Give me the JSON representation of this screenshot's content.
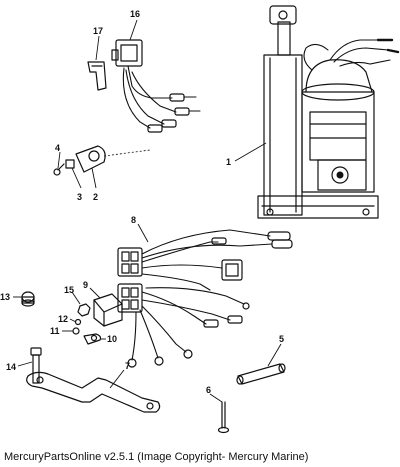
{
  "callouts": {
    "c1": "1",
    "c2": "2",
    "c3": "3",
    "c4": "4",
    "c5": "5",
    "c6": "6",
    "c7": "7",
    "c8": "8",
    "c9": "9",
    "c10": "10",
    "c11": "11",
    "c12": "12",
    "c13": "13",
    "c14": "14",
    "c15": "15",
    "c16": "16",
    "c17": "17"
  },
  "footer": {
    "text": "MercuryPartsOnline v2.5.1 (Image Copyright- Mercury Marine)"
  }
}
